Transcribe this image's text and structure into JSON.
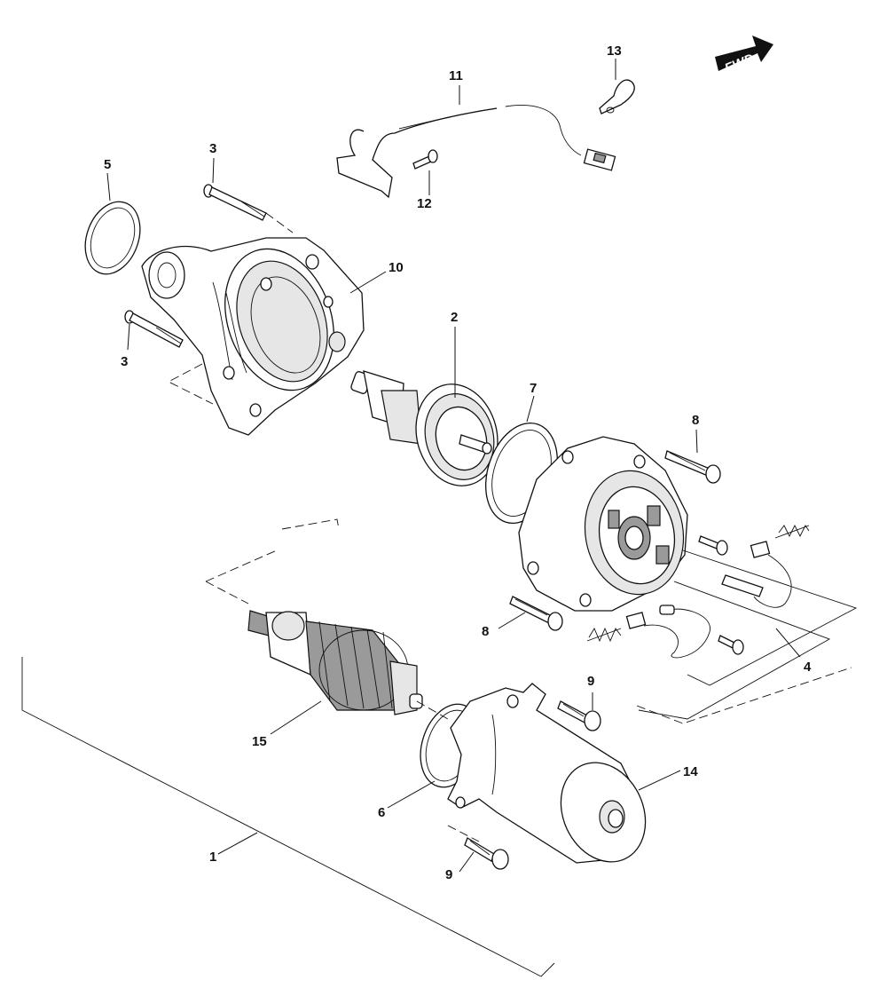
{
  "fwd_label": "FWD",
  "callouts": [
    {
      "id": "c1",
      "text": "1"
    },
    {
      "id": "c2",
      "text": "2"
    },
    {
      "id": "c3a",
      "text": "3"
    },
    {
      "id": "c3b",
      "text": "3"
    },
    {
      "id": "c4",
      "text": "4"
    },
    {
      "id": "c5",
      "text": "5"
    },
    {
      "id": "c6",
      "text": "6"
    },
    {
      "id": "c7",
      "text": "7"
    },
    {
      "id": "c8a",
      "text": "8"
    },
    {
      "id": "c8b",
      "text": "8"
    },
    {
      "id": "c9a",
      "text": "9"
    },
    {
      "id": "c9b",
      "text": "9"
    },
    {
      "id": "c10",
      "text": "10"
    },
    {
      "id": "c11",
      "text": "11"
    },
    {
      "id": "c12",
      "text": "12"
    },
    {
      "id": "c13",
      "text": "13"
    },
    {
      "id": "c14",
      "text": "14"
    },
    {
      "id": "c15",
      "text": "15"
    }
  ],
  "colors": {
    "line": "#111111",
    "background": "#ffffff",
    "shade": "#e6e6e6",
    "dark": "#9a9a9a"
  }
}
